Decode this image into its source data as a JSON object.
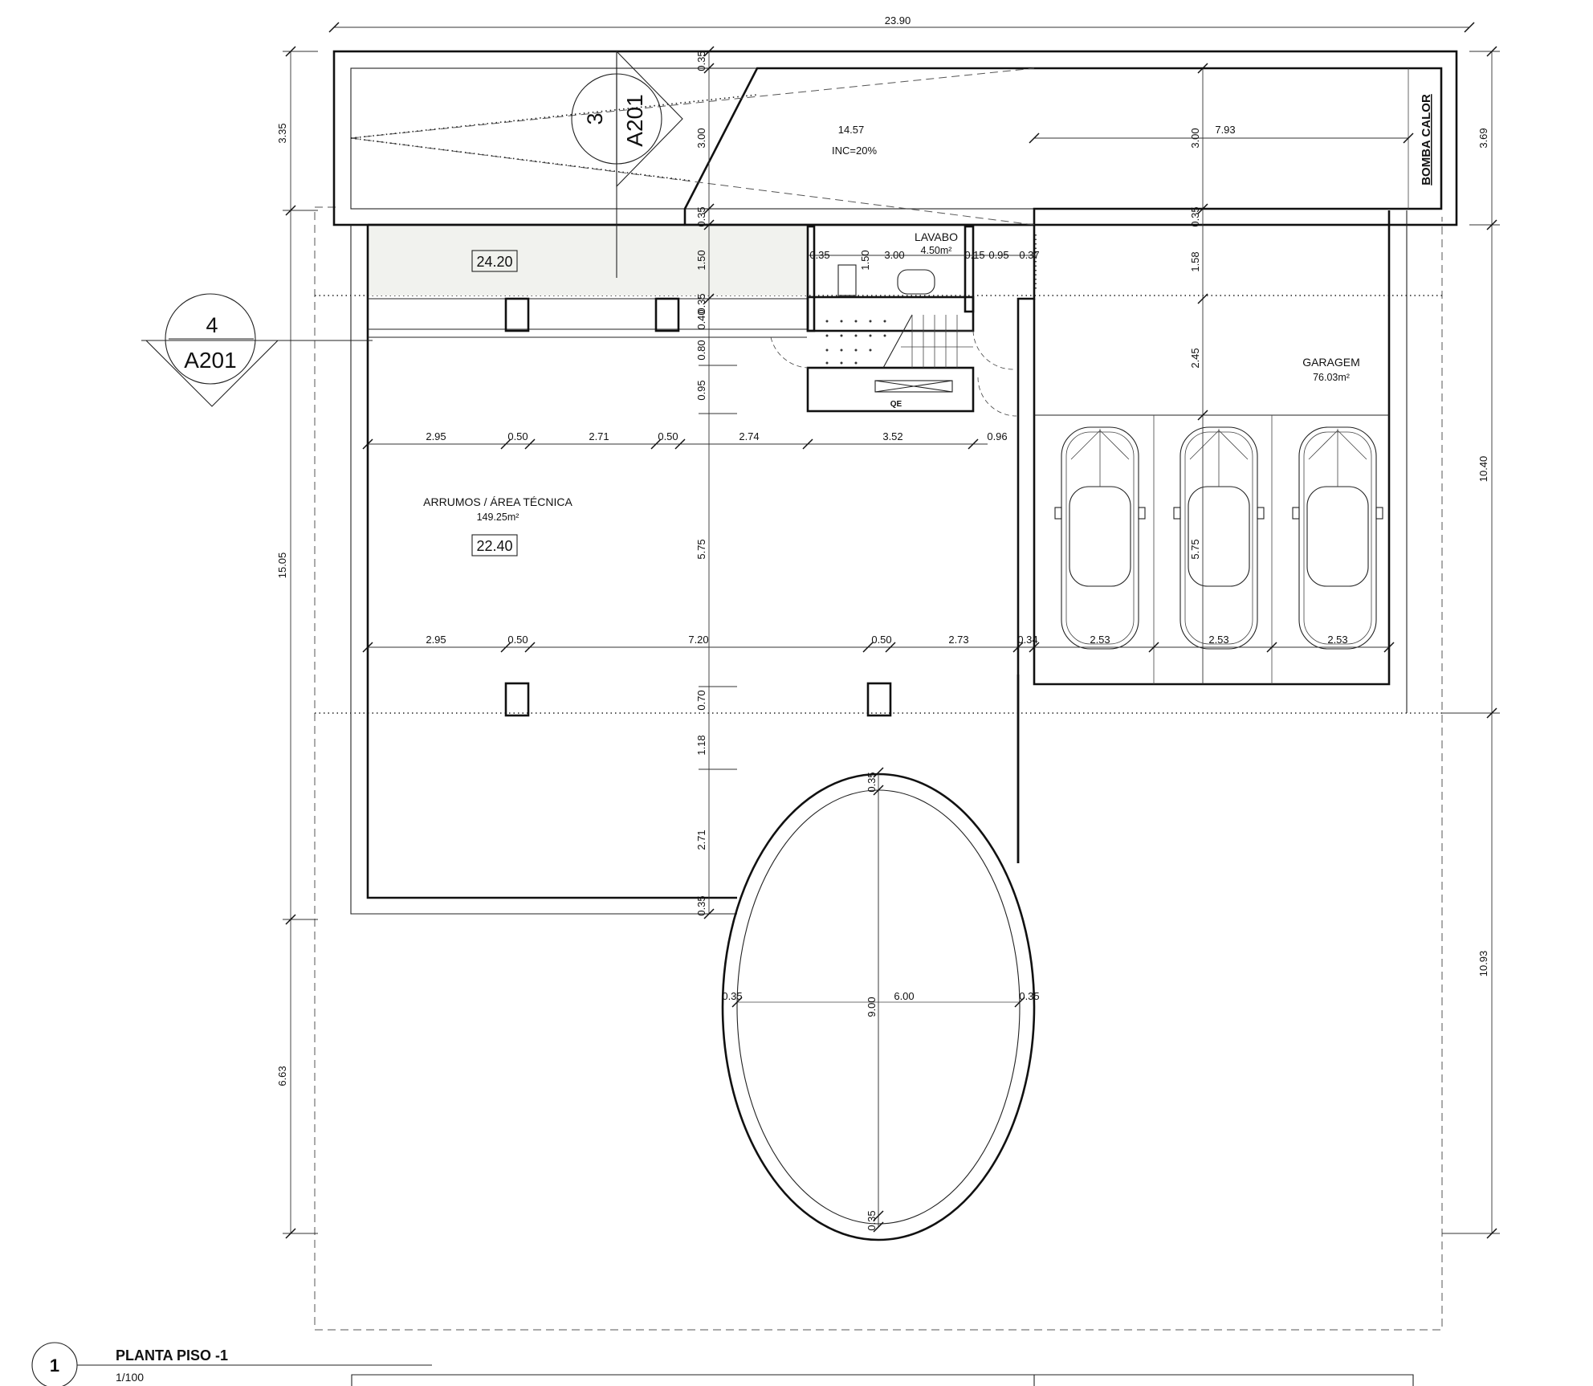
{
  "sheet": {
    "title": "PLANTA PISO -1",
    "scale": "1/100",
    "view_number": "1"
  },
  "section_marks": [
    {
      "number": "3",
      "sheet": "A201"
    },
    {
      "number": "4",
      "sheet": "A201"
    }
  ],
  "rooms": {
    "storage": {
      "name": "ARRUMOS / ÁREA TÉCNICA",
      "area": "149.25m²"
    },
    "wc": {
      "name": "LAVABO",
      "area": "4.50m²"
    },
    "garage": {
      "name": "GARAGEM",
      "area": "76.03m²"
    },
    "heat_pump": {
      "name": "BOMBA CALOR"
    }
  },
  "ramp": {
    "length": "14.57",
    "slope": "INC=20%"
  },
  "levels": {
    "upper": "24.20",
    "main": "22.40"
  },
  "panel_label": "QE",
  "dims": {
    "overall_width": "23.90",
    "left_top": "3.35",
    "left_mid": "15.05",
    "left_bottom": "6.63",
    "right_top": "3.69",
    "right_mid": "10.40",
    "right_bottom": "10.93",
    "ramp_wall_top": "0.35",
    "ramp_width": "3.00",
    "ramp_wall_bottom": "0.35",
    "ramp2_width": "3.00",
    "ramp2_length": "7.93",
    "ramp2_wall": "0.35",
    "upper_depth": "1.50",
    "beam": "0.35",
    "stair_a": "0.40",
    "stair_b": "0.80",
    "stair_c": "0.95",
    "room_depth": "5.75",
    "bay_a": "0.70",
    "bay_b": "1.18",
    "bay_c": "2.71",
    "bay_wall": "0.35",
    "garage_a": "1.58",
    "garage_b": "2.45",
    "garage_c": "5.75",
    "wc_wall": "0.35",
    "wc_depth": "1.50",
    "wc_width": "3.00",
    "wc_w2": "0.15",
    "wc_w3": "0.95",
    "wc_w4": "0.37",
    "row1": [
      "2.95",
      "0.50",
      "2.71",
      "0.50",
      "2.74",
      "3.52",
      "0.96"
    ],
    "row2": [
      "2.95",
      "0.50",
      "7.20",
      "0.50",
      "2.73",
      "0.34"
    ],
    "parking": [
      "2.53",
      "2.53",
      "2.53"
    ],
    "pool_wall_top": "0.35",
    "pool_length": "9.00",
    "pool_width": "6.00",
    "pool_wall_left": "0.35",
    "pool_wall_right": "0.35",
    "pool_wall_bottom": "0.35"
  },
  "colors": {
    "pool": "#a3c9cc",
    "upper_floor": "#f1f2ee",
    "line": "#111111"
  }
}
